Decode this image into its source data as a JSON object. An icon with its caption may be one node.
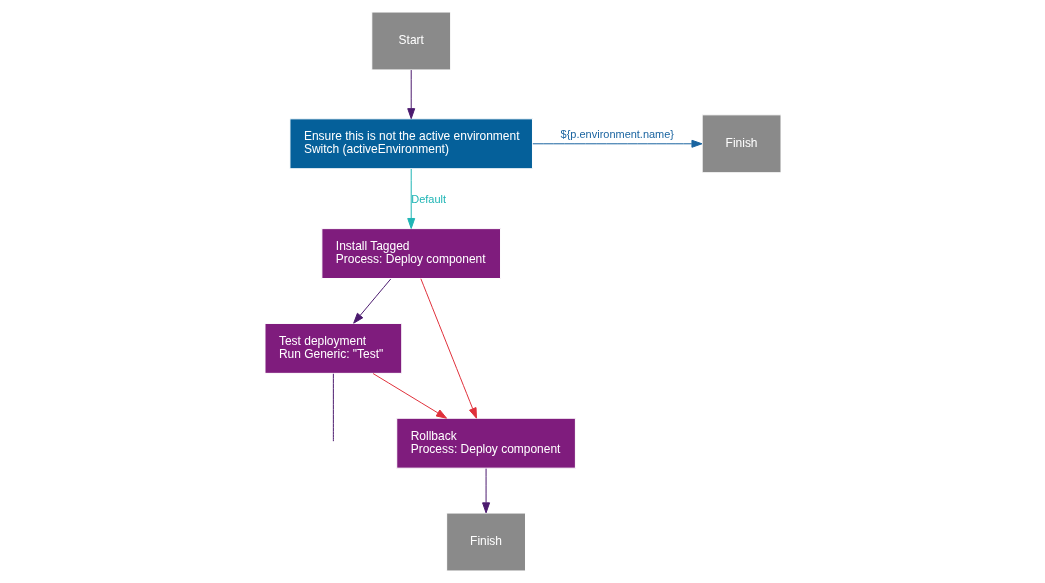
{
  "diagram": {
    "nodes": [
      {
        "text": [
          "Start"
        ]
      },
      {
        "text": [
          "Ensure this is not the active environment",
          "Switch (activeEnvironment)"
        ]
      },
      {
        "text": [
          "Finish"
        ]
      },
      {
        "text": [
          "Install Tagged",
          "Process: Deploy component"
        ]
      },
      {
        "text": [
          "Test deployment",
          "Run Generic: \"Test\""
        ]
      },
      {
        "text": [
          "Rollback",
          "Process: Deploy component"
        ]
      },
      {
        "text": [
          "Finish"
        ]
      }
    ],
    "edges": [
      {
        "from": 0,
        "to": 1,
        "arrow": "to"
      },
      {
        "from": 1,
        "to": 2,
        "arrow": "to",
        "label": "${p.environment.name}",
        "color": "#1a64a0"
      },
      {
        "from": 1,
        "to": 3,
        "arrow": "to",
        "label": "Default",
        "color": "#1fb5b5"
      },
      {
        "from": 3,
        "to": 5,
        "arrow": "to",
        "color": "#e0303a"
      },
      {
        "from": 3,
        "to": 4,
        "arrow": "to"
      },
      {
        "from": 4,
        "to": 5,
        "arrow": "to",
        "color": "#e0303a"
      },
      {
        "from": 5,
        "to": 6,
        "arrow": "to"
      },
      {
        "from": 4,
        "to": null,
        "arrow": "none"
      }
    ]
  }
}
